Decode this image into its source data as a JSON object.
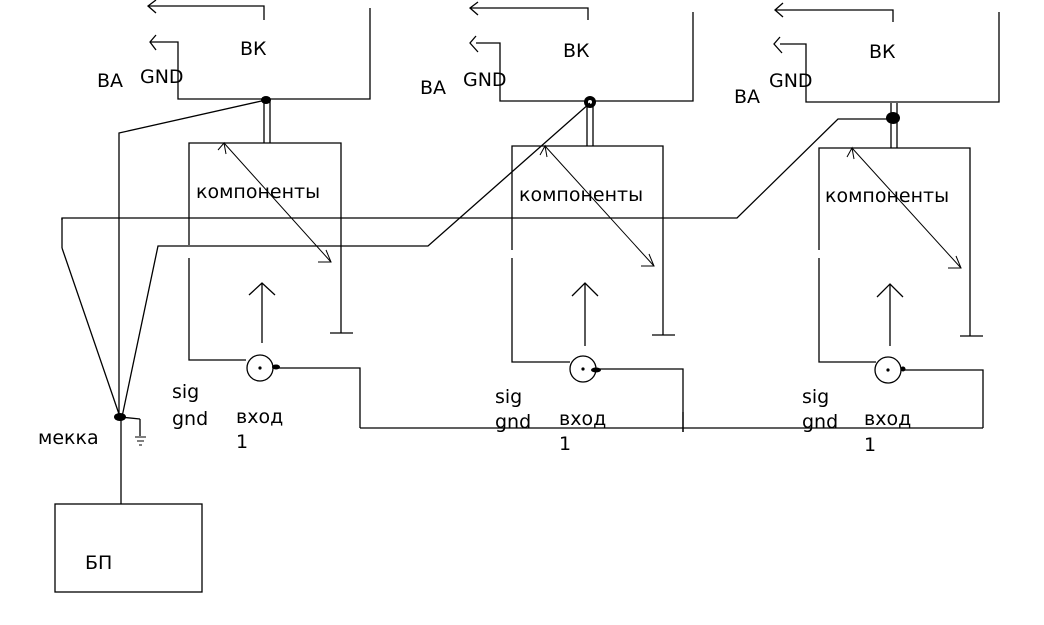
{
  "labels": {
    "bk": "ВК",
    "gnd": "GND",
    "ba": "ВА",
    "components": "компоненты",
    "sig": "sig",
    "gnd_lower": "gnd",
    "input": "вход",
    "input_number": "1",
    "mekka": "мекка",
    "psu": "БП"
  },
  "colors": {
    "line": "#000000",
    "background": "#ffffff"
  }
}
